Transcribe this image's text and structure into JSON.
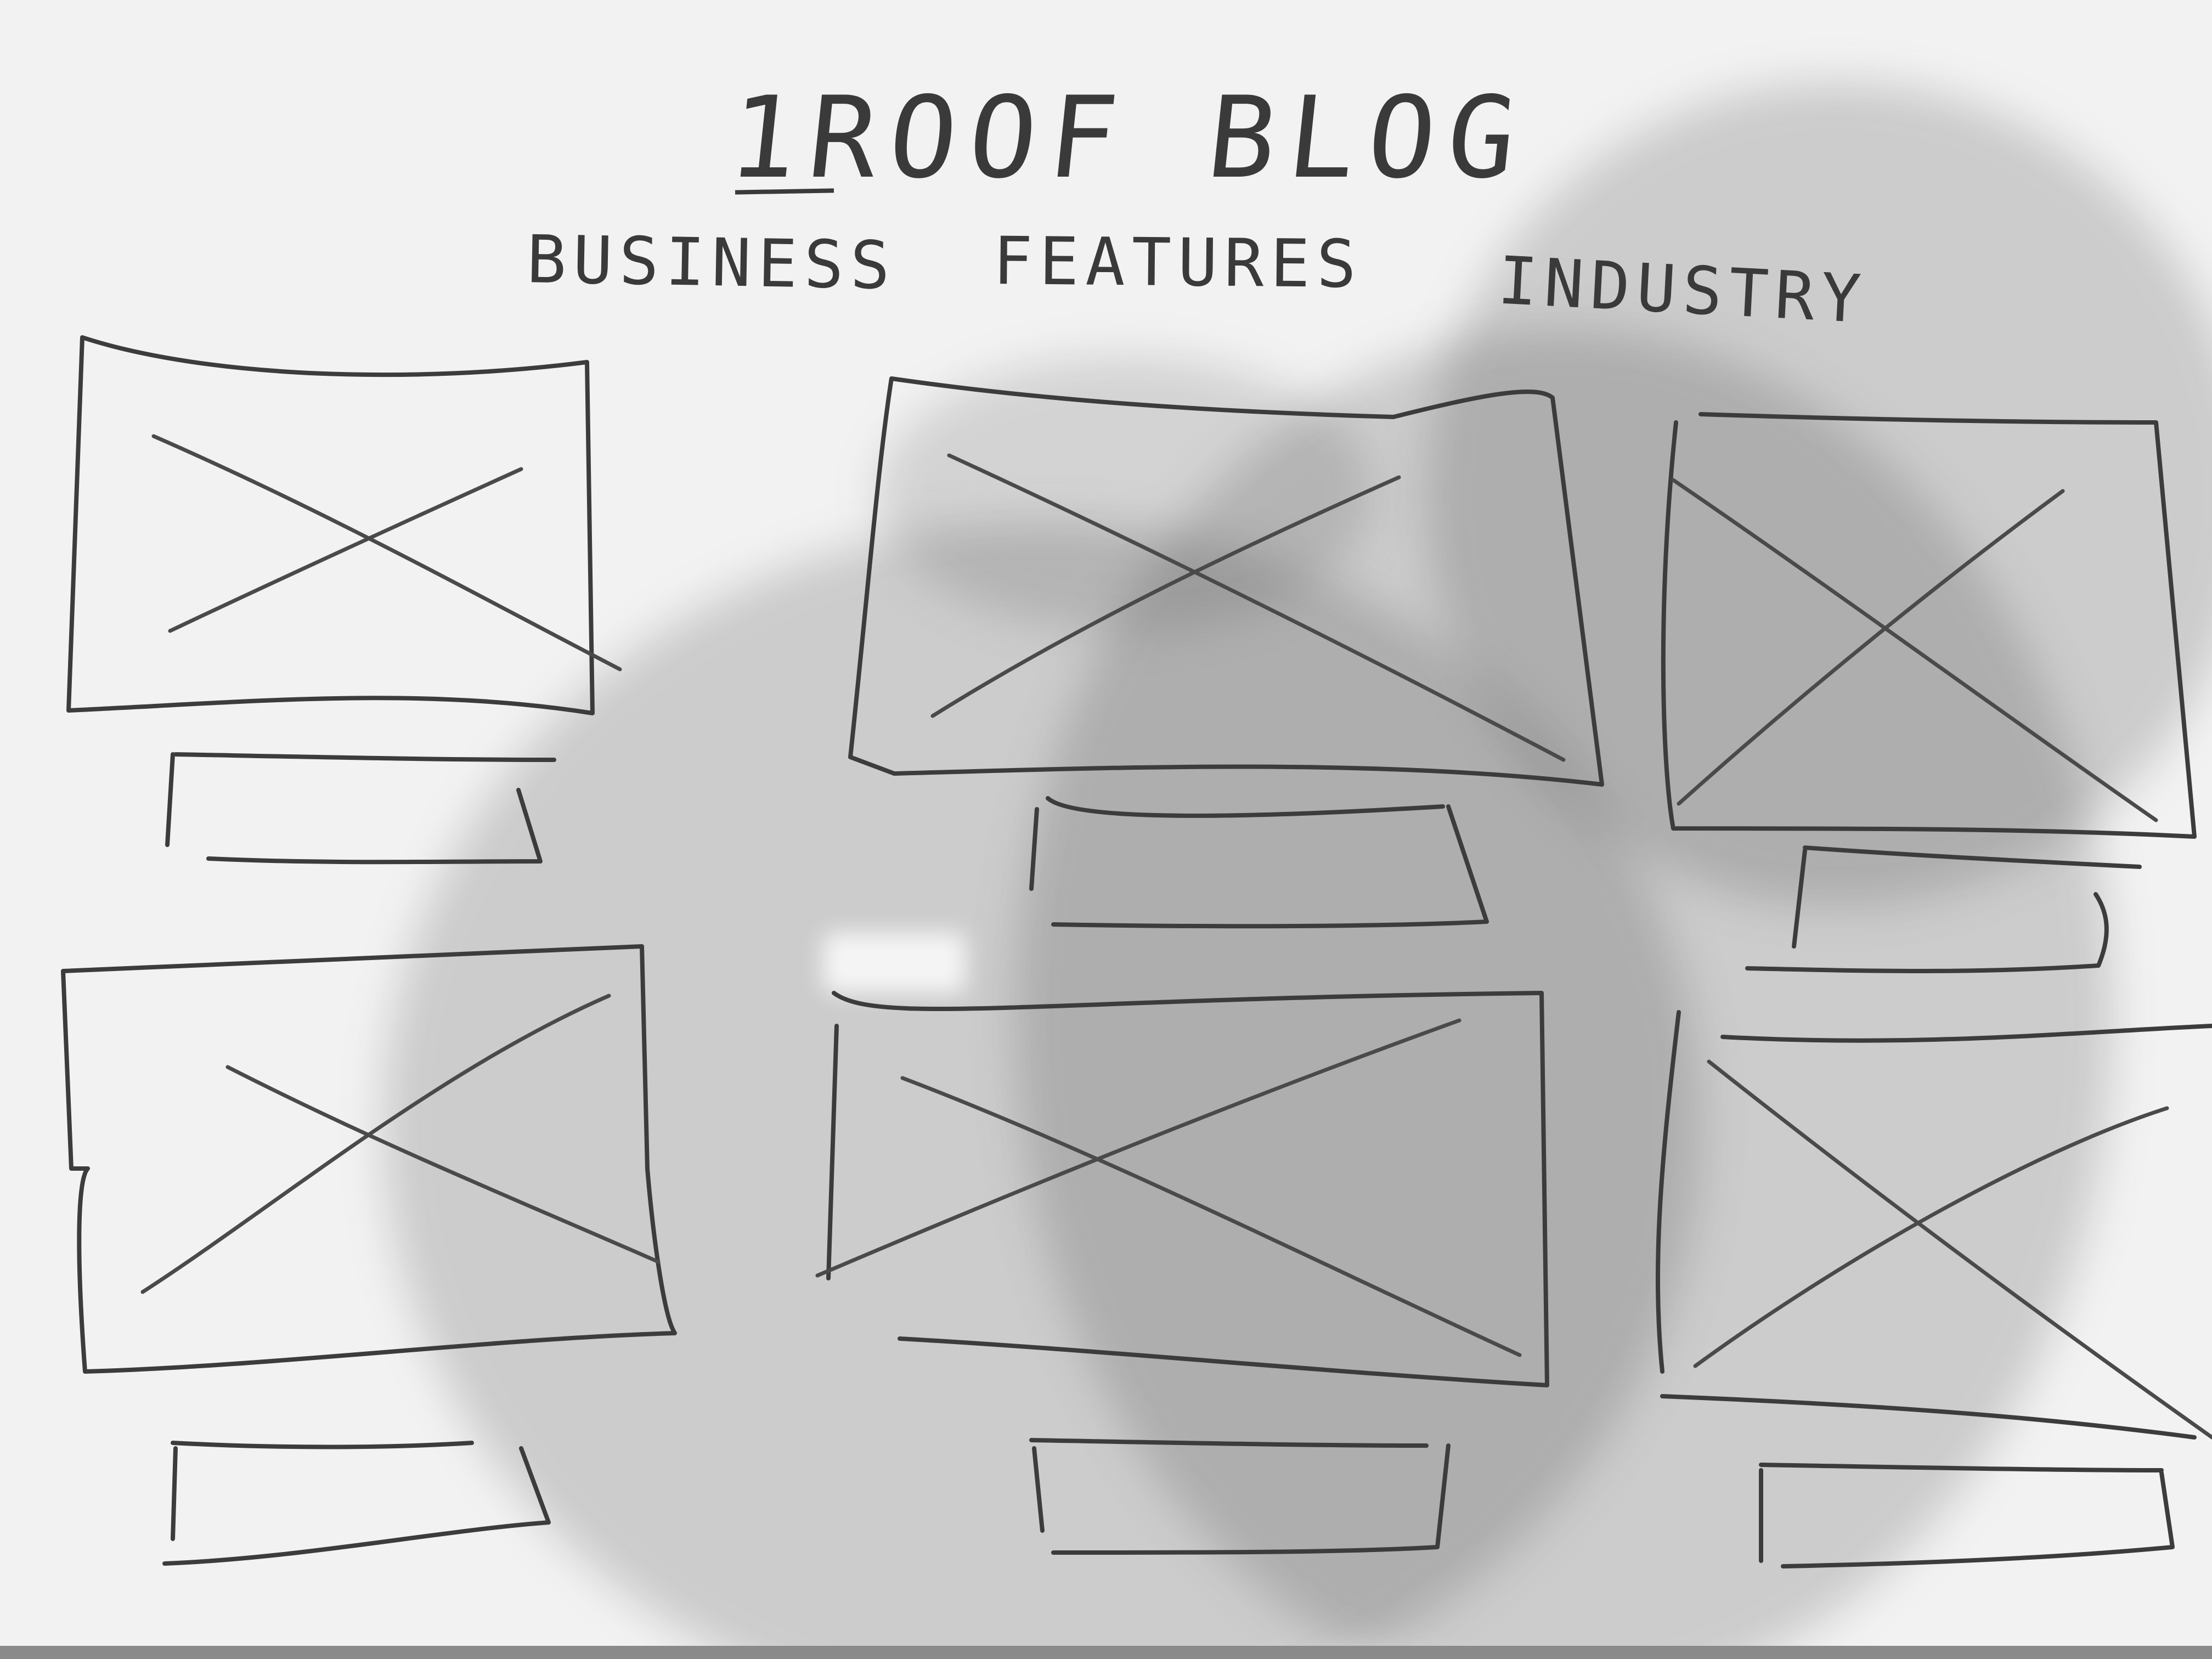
{
  "sketch": {
    "title": "1ROOF BLOG",
    "nav_items": [
      "BUSINESS",
      "FEATURES",
      "INDUSTRY"
    ],
    "cards": [
      {
        "id": "card-1",
        "row": 1,
        "col": 1
      },
      {
        "id": "card-2",
        "row": 1,
        "col": 2
      },
      {
        "id": "card-3",
        "row": 1,
        "col": 3
      },
      {
        "id": "card-4",
        "row": 2,
        "col": 1
      },
      {
        "id": "card-5",
        "row": 2,
        "col": 2
      },
      {
        "id": "card-6",
        "row": 2,
        "col": 3
      }
    ]
  }
}
